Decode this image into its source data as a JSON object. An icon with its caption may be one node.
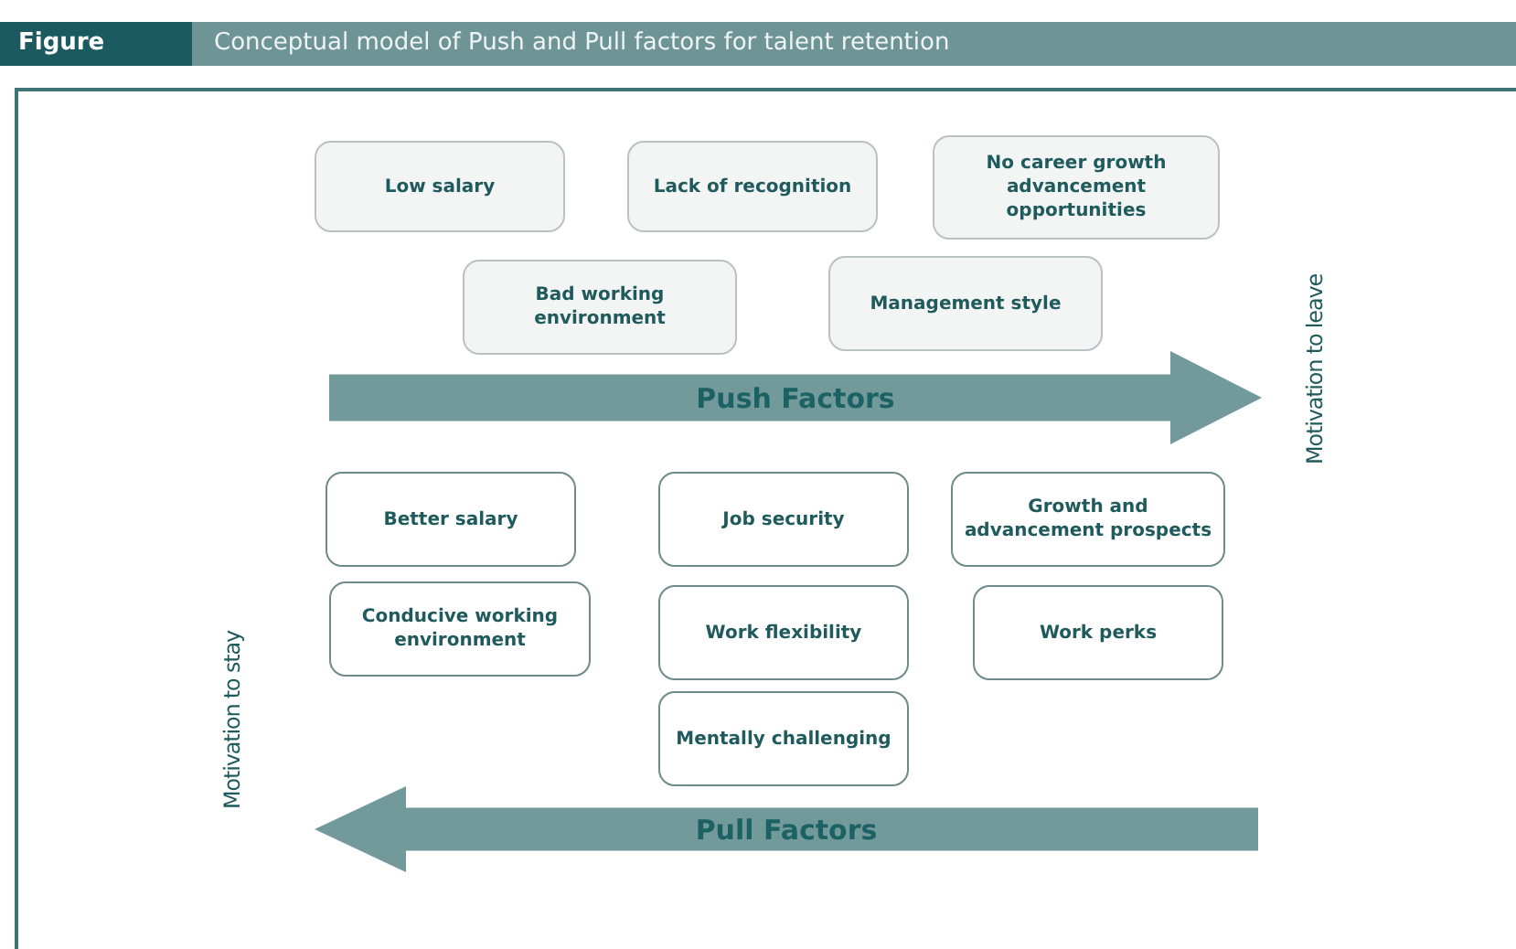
{
  "diagram": {
    "title": "Conceptual model of Push and Pull factors for talent retention",
    "nodes": [
      {
        "text": [
          "Low salary"
        ]
      },
      {
        "text": [
          "Lack of recognition"
        ]
      },
      {
        "text": [
          "No career growth advancement opportunities"
        ]
      },
      {
        "text": [
          "Bad working environment"
        ]
      },
      {
        "text": [
          "Management style"
        ]
      },
      {
        "text": [
          "Push Factors"
        ]
      },
      {
        "text": [
          "Better salary"
        ]
      },
      {
        "text": [
          "Job security"
        ]
      },
      {
        "text": [
          "Growth and advancement prospects"
        ]
      },
      {
        "text": [
          "Conducive working environment"
        ]
      },
      {
        "text": [
          "Work flexibility"
        ]
      },
      {
        "text": [
          "Work perks"
        ]
      },
      {
        "text": [
          "Mentally challenging"
        ]
      },
      {
        "text": [
          "Pull Factors"
        ]
      }
    ],
    "edges": [],
    "labels": [
      "Figure",
      "Motivation to leave",
      "Motivation to stay"
    ]
  }
}
